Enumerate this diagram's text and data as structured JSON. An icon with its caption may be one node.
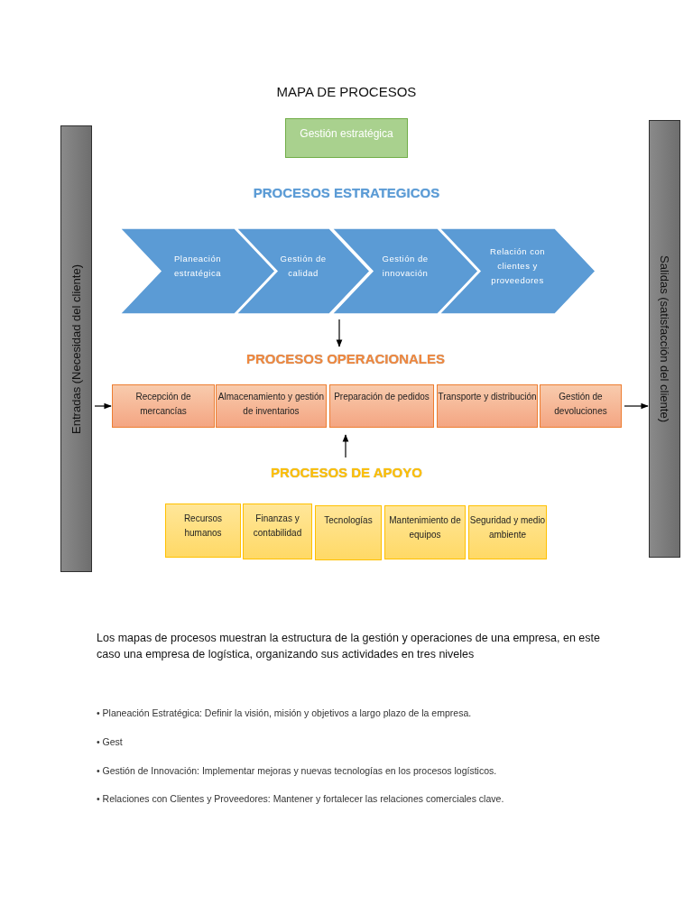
{
  "diagram": {
    "title": "MAPA DE PROCESOS",
    "nodes": [
      {
        "text": [
          "Entradas (Necesidad del cliente)"
        ]
      },
      {
        "text": [
          "Gestión estratégica"
        ]
      },
      {
        "text": [
          "Planeación estratégica"
        ]
      },
      {
        "text": [
          "Gestión de calidad"
        ]
      },
      {
        "text": [
          "Gestión de innovación"
        ]
      },
      {
        "text": [
          "Relación con clientes y proveedores"
        ]
      },
      {
        "text": [
          "PROCESOS OPERACIONALES"
        ]
      },
      {
        "text": [
          "Recepción de mercancías"
        ]
      },
      {
        "text": [
          "Almacenamiento y gestión de inventarios"
        ]
      },
      {
        "text": [
          "Preparación de pedidos"
        ]
      },
      {
        "text": [
          "Transporte y distribución"
        ]
      },
      {
        "text": [
          "Gestión de devoluciones"
        ]
      },
      {
        "text": [
          "PROCESOS DE APOYO"
        ]
      },
      {
        "text": [
          "Recursos humanos"
        ]
      },
      {
        "text": [
          "Finanzas y contabilidad"
        ]
      },
      {
        "text": [
          "Tecnologías"
        ]
      },
      {
        "text": [
          "Mantenimiento de equipos"
        ]
      },
      {
        "text": [
          "Seguridad y medio ambiente"
        ]
      },
      {
        "text": [
          "Salidas (satisfacción del cliente)"
        ]
      }
    ],
    "edges": [
      {
        "from": 4,
        "to": 6,
        "arrow": "to"
      },
      {
        "from": 12,
        "to": 9,
        "arrow": "to"
      },
      {
        "from": 0,
        "to": 7,
        "arrow": "to"
      },
      {
        "from": 11,
        "to": 18,
        "arrow": "to"
      }
    ],
    "labels": [
      "PROCESOS ESTRATEGICOS",
      "Los mapas de procesos muestran la estructura de la gestión y operaciones de una empresa, en este caso una empresa de logística, organizando sus actividades en tres niveles",
      "• Planeación Estratégica: Definir la visión, misión y objetivos a largo plazo de la empresa.",
      "• Gest",
      "• Gestión de Innovación: Implementar mejoras y nuevas tecnologías en los procesos logísticos.",
      "• Relaciones con Clientes y Proveedores: Mantener y fortalecer las relaciones comerciales clave."
    ]
  }
}
